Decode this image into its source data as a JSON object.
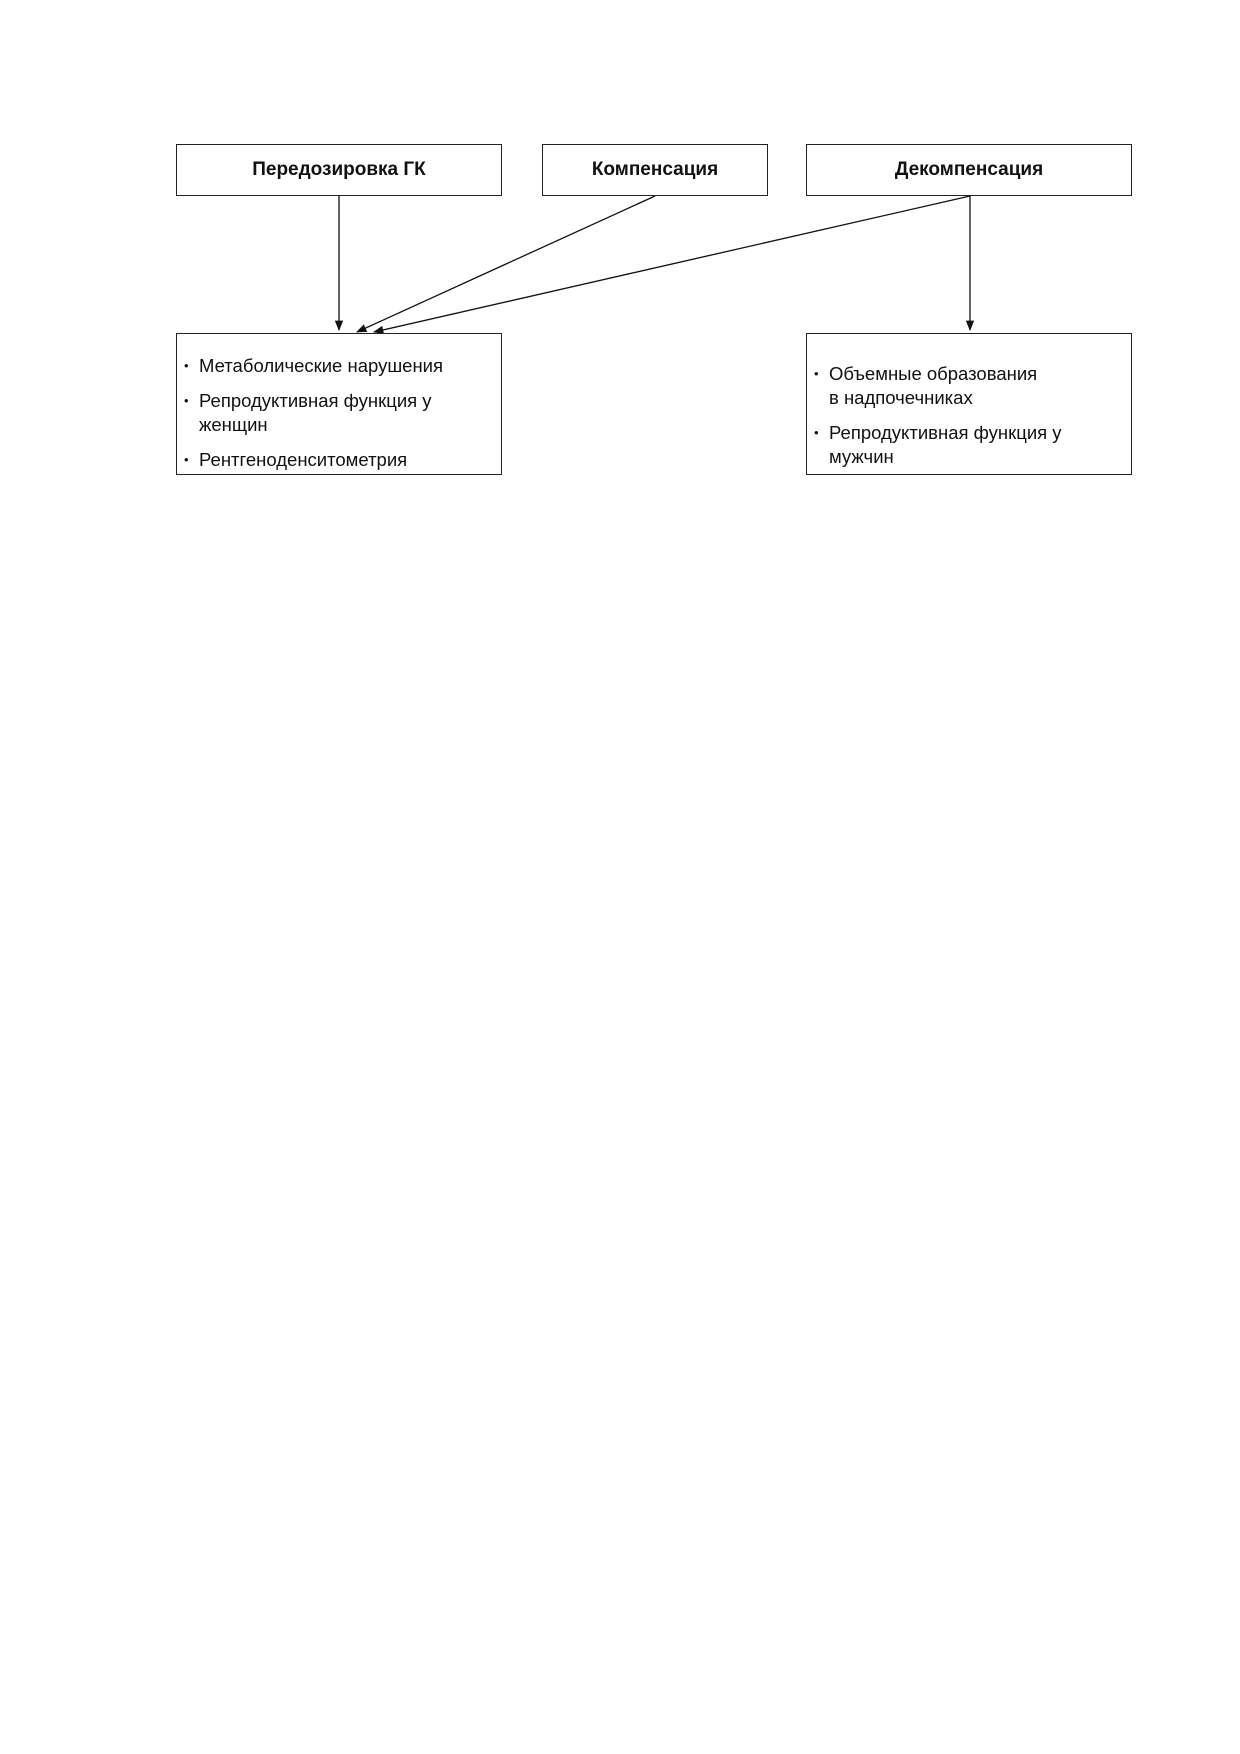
{
  "nodes": {
    "overdose": {
      "label": "Передозировка ГК"
    },
    "compensation": {
      "label": "Компенсация"
    },
    "decompensation": {
      "label": "Декомпенсация"
    }
  },
  "left_box": {
    "items": [
      "Метаболические нарушения",
      "Репродуктивная функция у женщин",
      "Рентгеноденситометрия"
    ]
  },
  "right_box": {
    "items": [
      "Объемные образования\nв надпочечниках",
      "Репродуктивная функция у мужчин"
    ]
  },
  "edges": [
    {
      "from": "overdose",
      "to": "left_box"
    },
    {
      "from": "compensation",
      "to": "left_box"
    },
    {
      "from": "decompensation",
      "to": "left_box"
    },
    {
      "from": "decompensation",
      "to": "right_box"
    }
  ]
}
